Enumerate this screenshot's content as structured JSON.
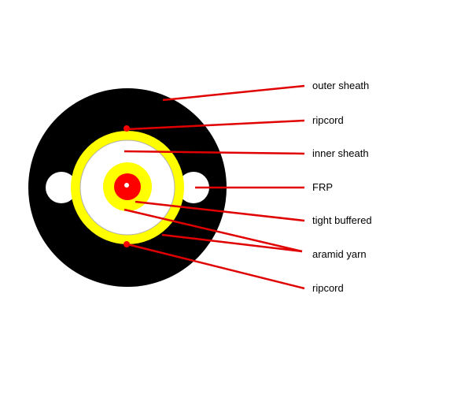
{
  "labels": {
    "outer_sheath": "outer sheath",
    "ripcord_top": "ripcord",
    "inner_sheath": "inner sheath",
    "frp": "FRP",
    "tight_buffered": "tight buffered",
    "aramid_yarn": "aramid yarn",
    "ripcord_bottom": "ripcord"
  },
  "colors": {
    "background": "#ffffff",
    "outer_sheath": "#000000",
    "aramid_yarn": "#ffff00",
    "inner_sheath": "#ffffff",
    "tight_buffer": "#ffff00",
    "fiber_core": "#ff0000",
    "ripcord_dot": "#ff0000",
    "frp_rod": "#ffffff",
    "leader_line": "#e00000"
  }
}
